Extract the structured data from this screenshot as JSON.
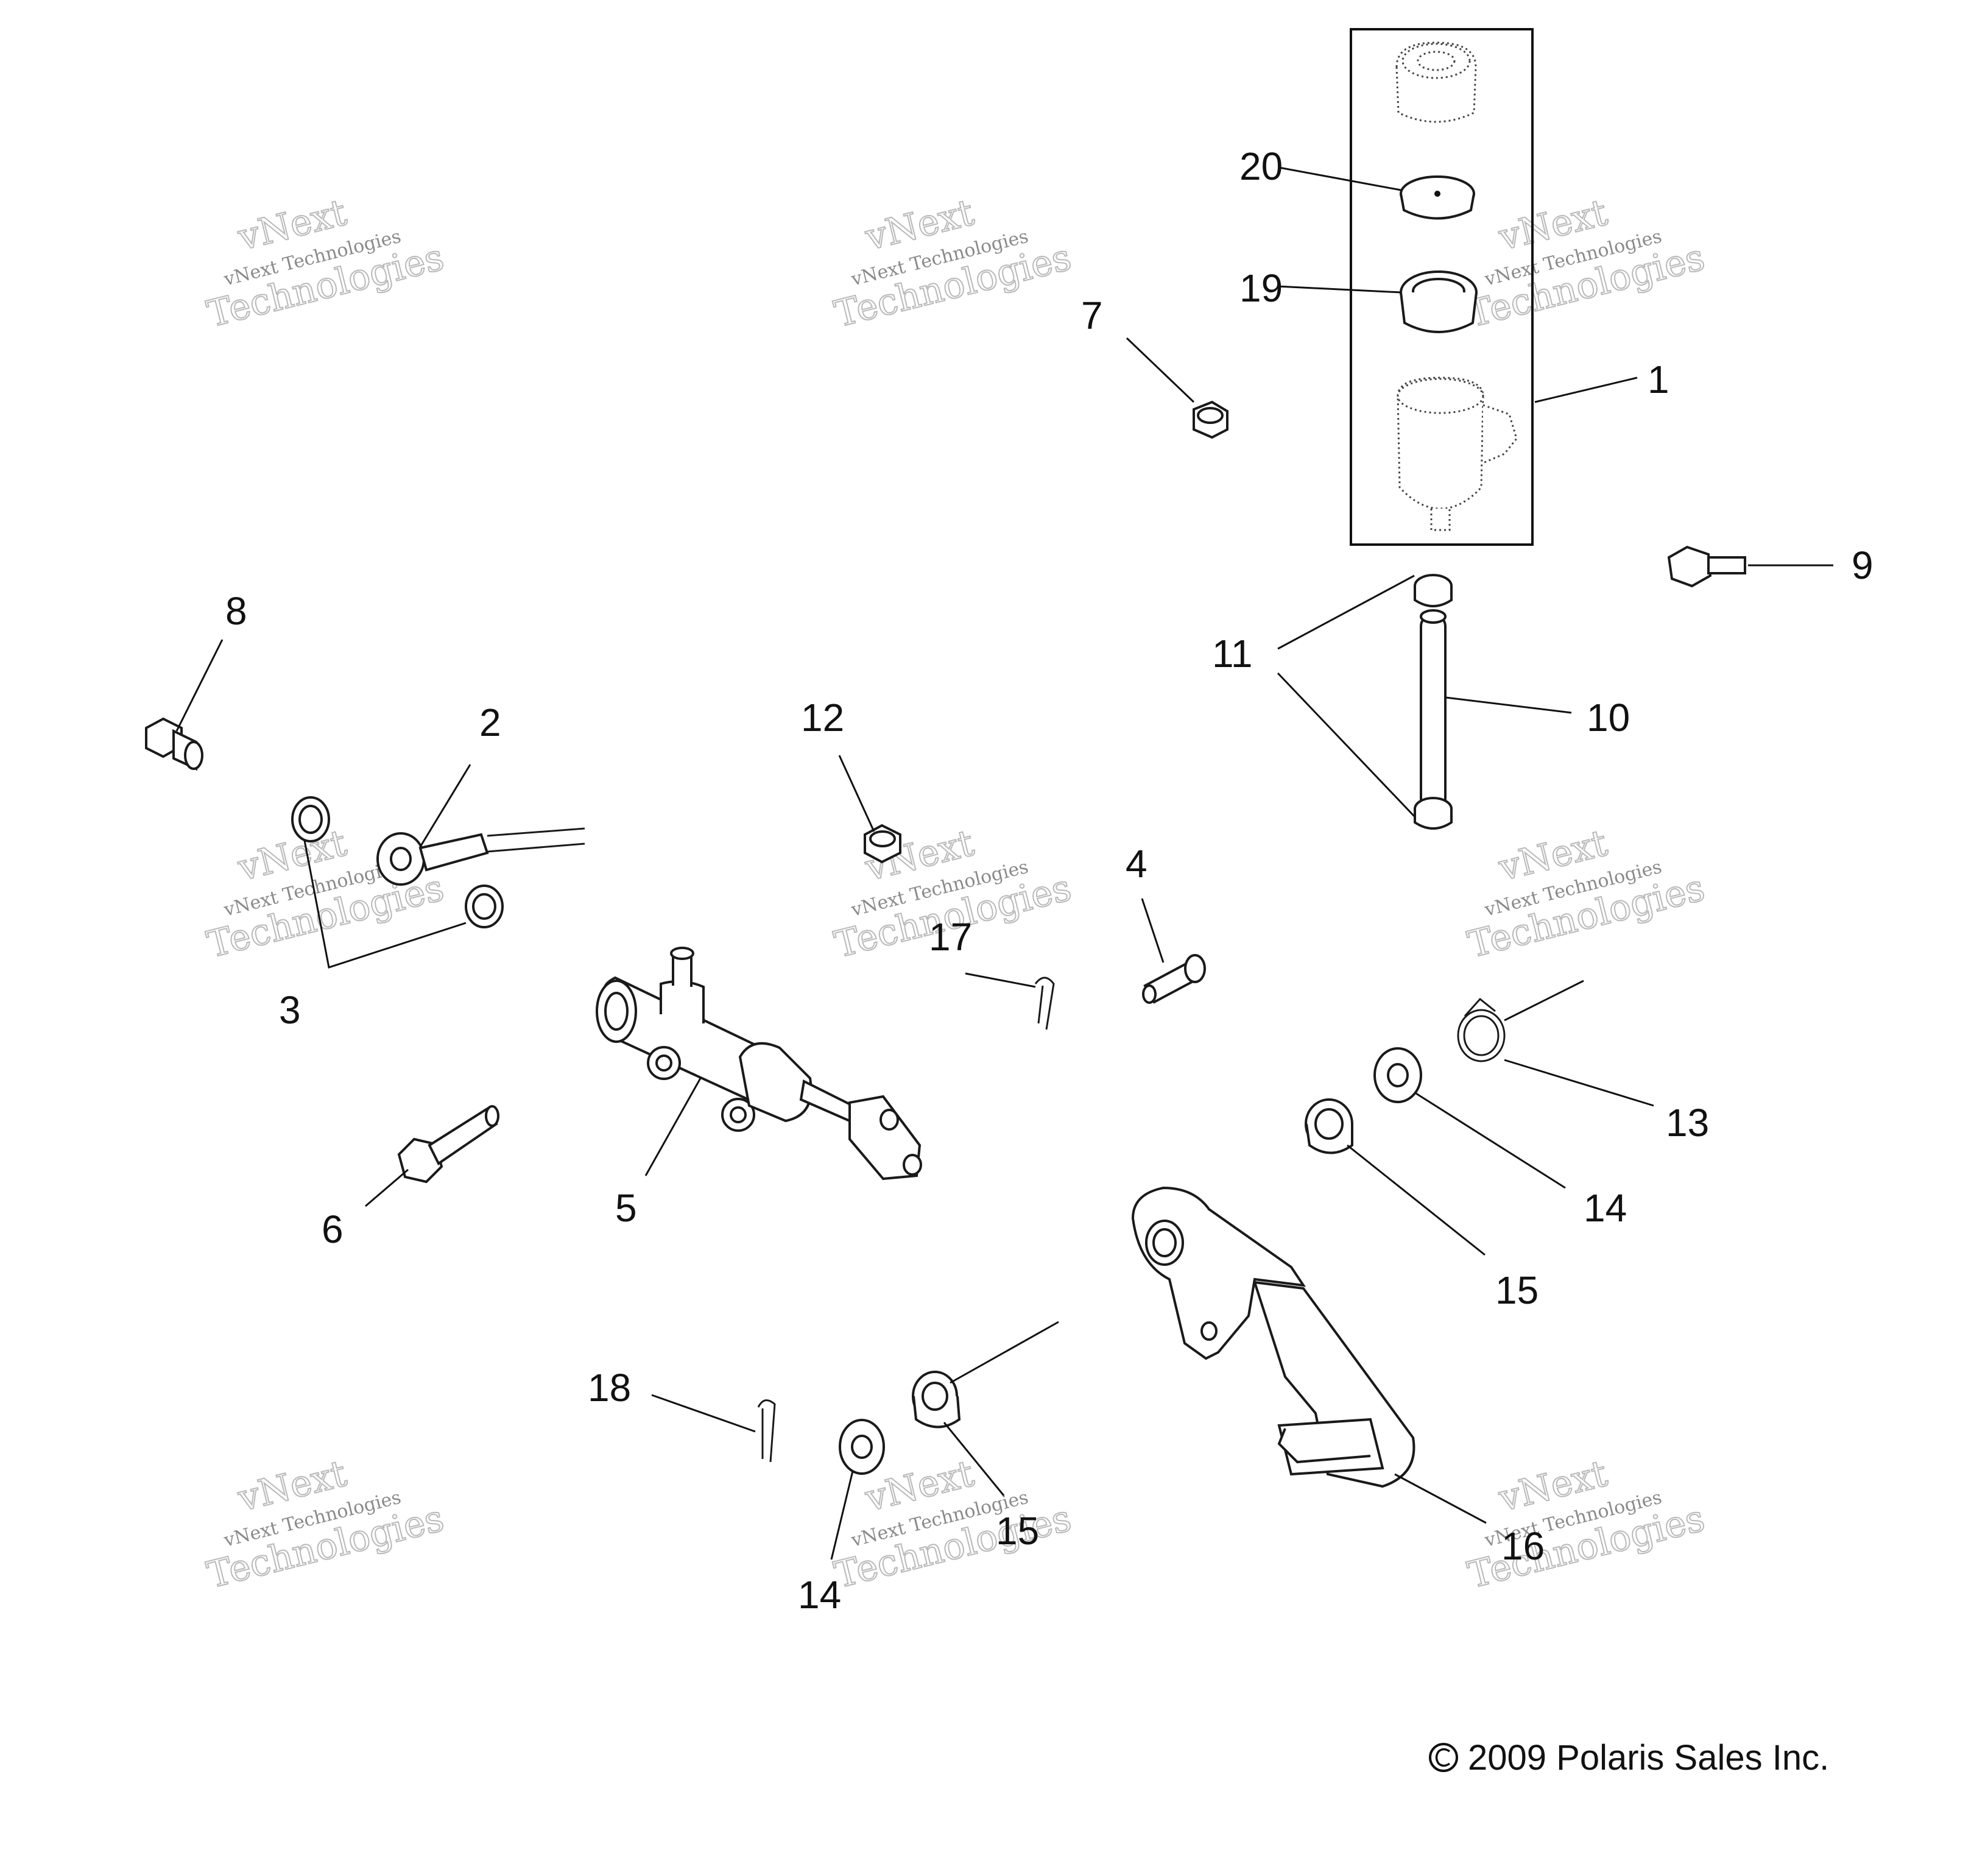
{
  "diagram": {
    "callouts": {
      "c1": "1",
      "c2": "2",
      "c3": "3",
      "c4": "4",
      "c5": "5",
      "c6": "6",
      "c7": "7",
      "c8": "8",
      "c9": "9",
      "c10": "10",
      "c11": "11",
      "c12": "12",
      "c13": "13",
      "c14a": "14",
      "c14b": "14",
      "c15a": "15",
      "c15b": "15",
      "c16": "16",
      "c17": "17",
      "c18": "18",
      "c19": "19",
      "c20": "20"
    },
    "copyright": "2009 Polaris Sales Inc.",
    "watermark": {
      "line1": "vNext",
      "line2": "vNext Technologies",
      "line3": "Technologies"
    }
  }
}
